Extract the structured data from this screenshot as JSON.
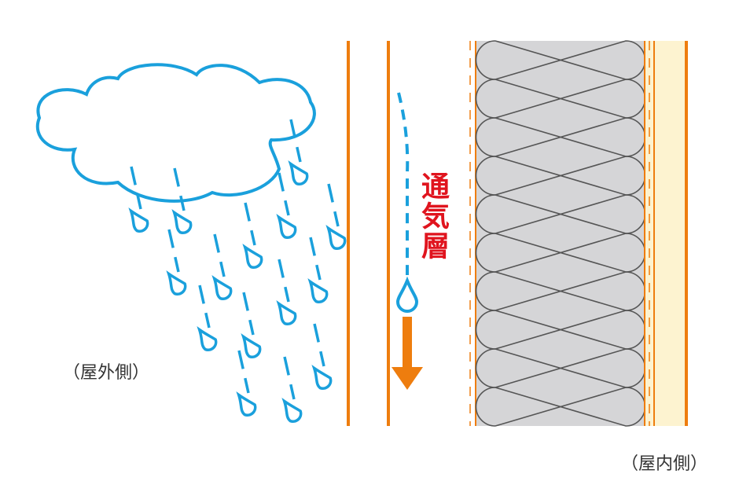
{
  "labels": {
    "outdoor": "（屋外側）",
    "indoor": "（屋内側）",
    "air_layer": "通気層"
  },
  "colors": {
    "rain": "#1aa0dc",
    "wall": "#ee7d0e",
    "insulation": "#d5d5d7",
    "interior": "#fdf3d0",
    "air_layer_text": "#e0141e"
  },
  "insulation_loops": 10
}
